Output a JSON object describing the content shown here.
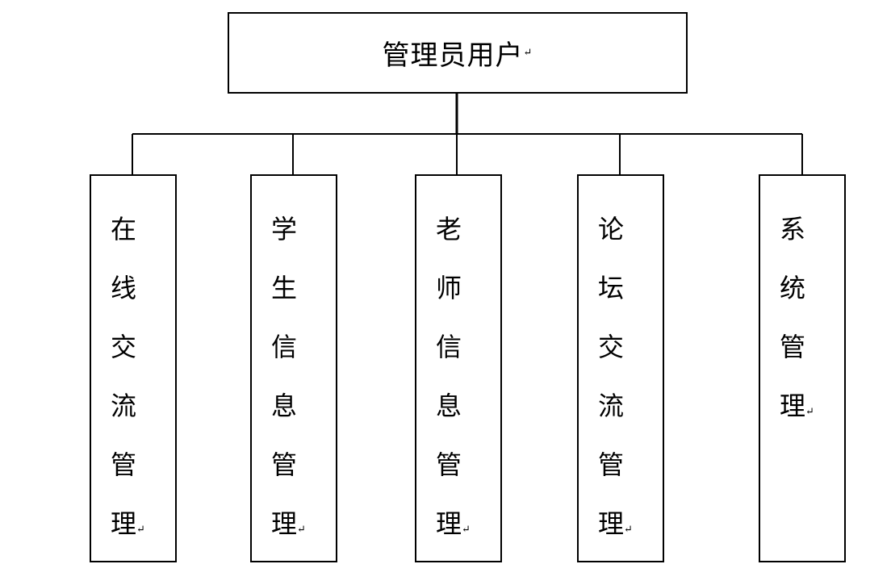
{
  "root": {
    "label": "管理员用户",
    "mark": "↵"
  },
  "children": [
    {
      "label": "在线交流管理",
      "mark": "↵"
    },
    {
      "label": "学生信息管理",
      "mark": "↵"
    },
    {
      "label": "老师信息管理",
      "mark": "↵"
    },
    {
      "label": "论坛交流管理",
      "mark": "↵"
    },
    {
      "label": "系统管理",
      "mark": "↵"
    }
  ],
  "colors": {
    "line": "#000000",
    "background": "#ffffff"
  }
}
